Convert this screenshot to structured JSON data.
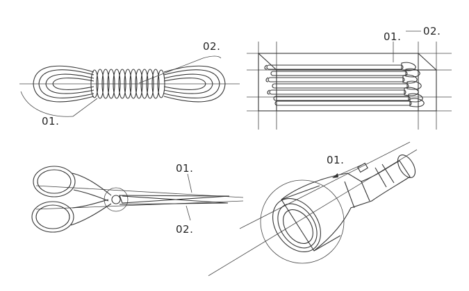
{
  "panels": {
    "rope": {
      "labels": [
        "02.",
        "01."
      ]
    },
    "cotton_swabs": {
      "labels": [
        "01.",
        "02."
      ]
    },
    "scissors": {
      "labels": [
        "01.",
        "02."
      ]
    },
    "flashlight": {
      "labels": [
        "01."
      ]
    }
  }
}
